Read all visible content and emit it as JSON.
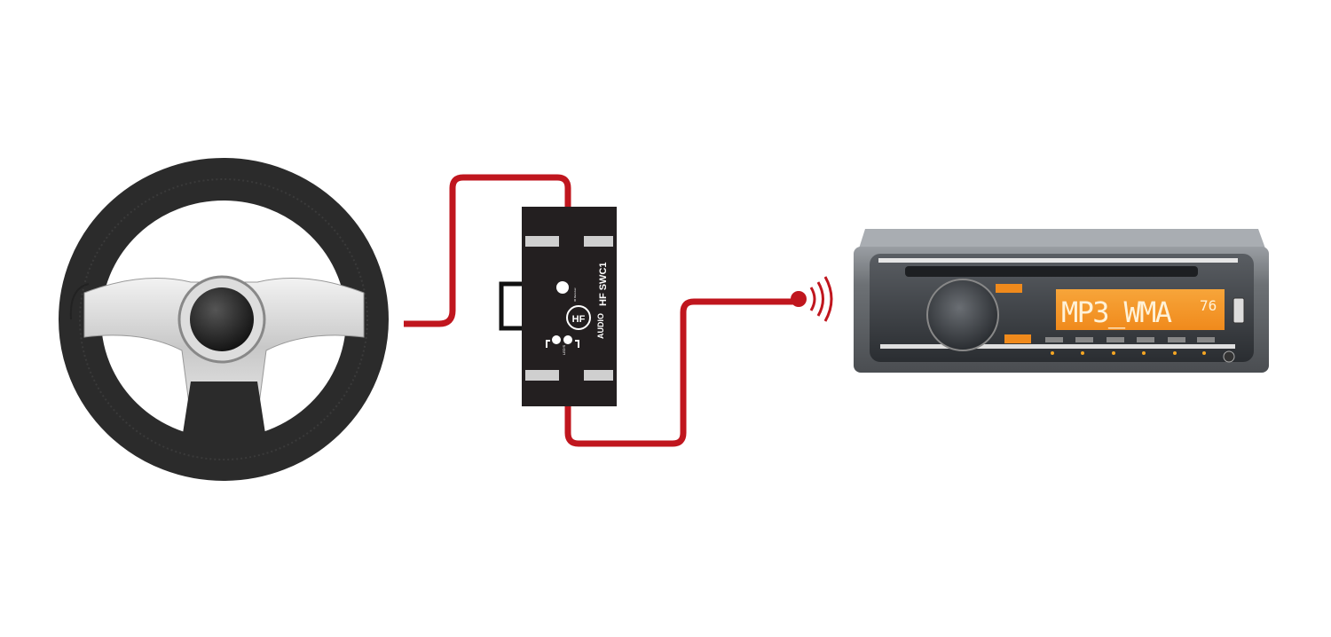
{
  "module": {
    "model_label": "HF SWC1",
    "brand_label": "AUDIO",
    "brand_logo_letters": "HF",
    "ir_label": "IR Receiver",
    "led_label": "LED'S"
  },
  "radio": {
    "display_text": "MP3_WMA",
    "display_number": "76"
  },
  "colors": {
    "wire": "#c0161e",
    "display": "#f59a2a",
    "module": "#231f20",
    "wheel": "#2b2b2b"
  },
  "icons": [
    "steering-wheel",
    "control-module",
    "ir-transmitter",
    "car-stereo"
  ]
}
